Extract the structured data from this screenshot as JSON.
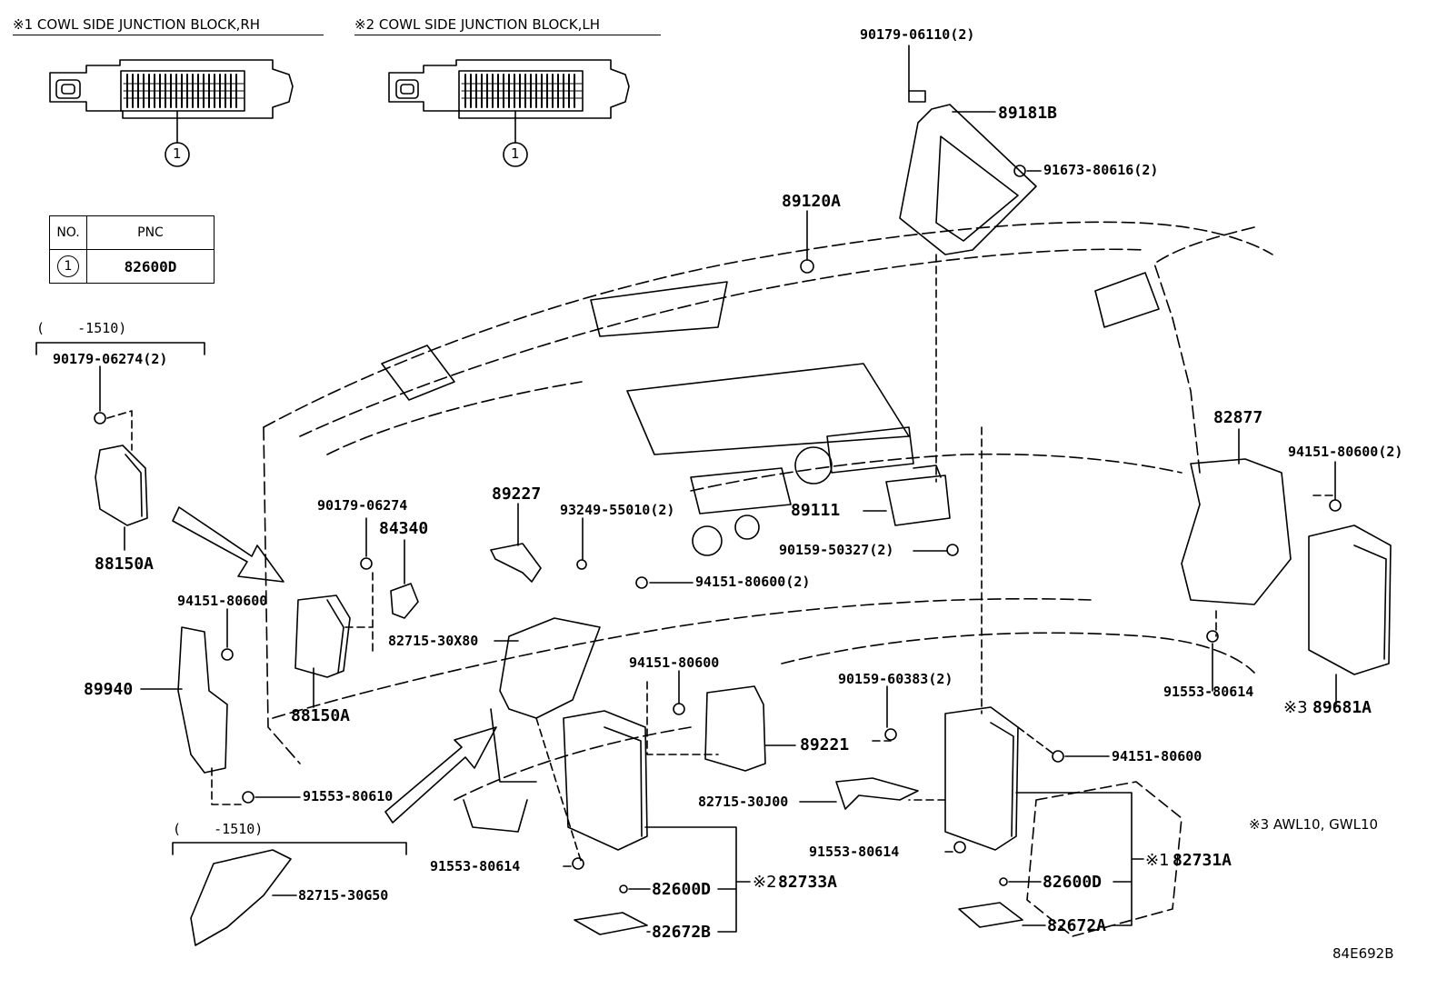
{
  "headers": {
    "rh": "※1 COWL SIDE JUNCTION BLOCK,RH",
    "lh": "※2 COWL SIDE JUNCTION BLOCK,LH"
  },
  "pnc_table": {
    "col_no": "NO.",
    "col_pnc": "PNC",
    "rows": [
      {
        "no": "1",
        "pnc": "82600D"
      }
    ]
  },
  "callout_number": "1",
  "ranges": {
    "upper": "(    -1510)",
    "lower": "(    -1510)"
  },
  "parts": {
    "p90179_06110": "90179-06110(2)",
    "p89181B": "89181B",
    "p91673_80616": "91673-80616(2)",
    "p89120A": "89120A",
    "p90179_06274_2": "90179-06274(2)",
    "p88150A_top": "88150A",
    "p90179_06274": "90179-06274",
    "p84340": "84340",
    "p89227": "89227",
    "p93249_55010": "93249-55010(2)",
    "p89111": "89111",
    "p90159_50327": "90159-50327(2)",
    "p82877": "82877",
    "p94151_80600_2r": "94151-80600(2)",
    "p94151_80600_2m": "94151-80600(2)",
    "p94151_80600_l": "94151-80600",
    "p89940": "89940",
    "p88150A": "88150A",
    "p82715_30X80": "82715-30X80",
    "p94151_80600_c": "94151-80600",
    "p90159_60383": "90159-60383(2)",
    "p91553_80614_r": "91553-80614",
    "p89681A": "89681A",
    "p89221": "89221",
    "p94151_80600_rb": "94151-80600",
    "p91553_80610": "91553-80610",
    "p82715_30J00": "82715-30J00",
    "p91553_80614_c": "91553-80614",
    "p91553_80614_b": "91553-80614",
    "p82731A": "82731A",
    "p82600D_l": "82600D",
    "p82733A": "82733A",
    "p82600D_r": "82600D",
    "p82672B": "82672B",
    "p82672A": "82672A",
    "p82715_30G50": "82715-30G50"
  },
  "markers": {
    "m3": "※3",
    "m2": "※2",
    "m1": "※1"
  },
  "note": "※3 AWL10, GWL10",
  "figure_ref": "84E692B"
}
